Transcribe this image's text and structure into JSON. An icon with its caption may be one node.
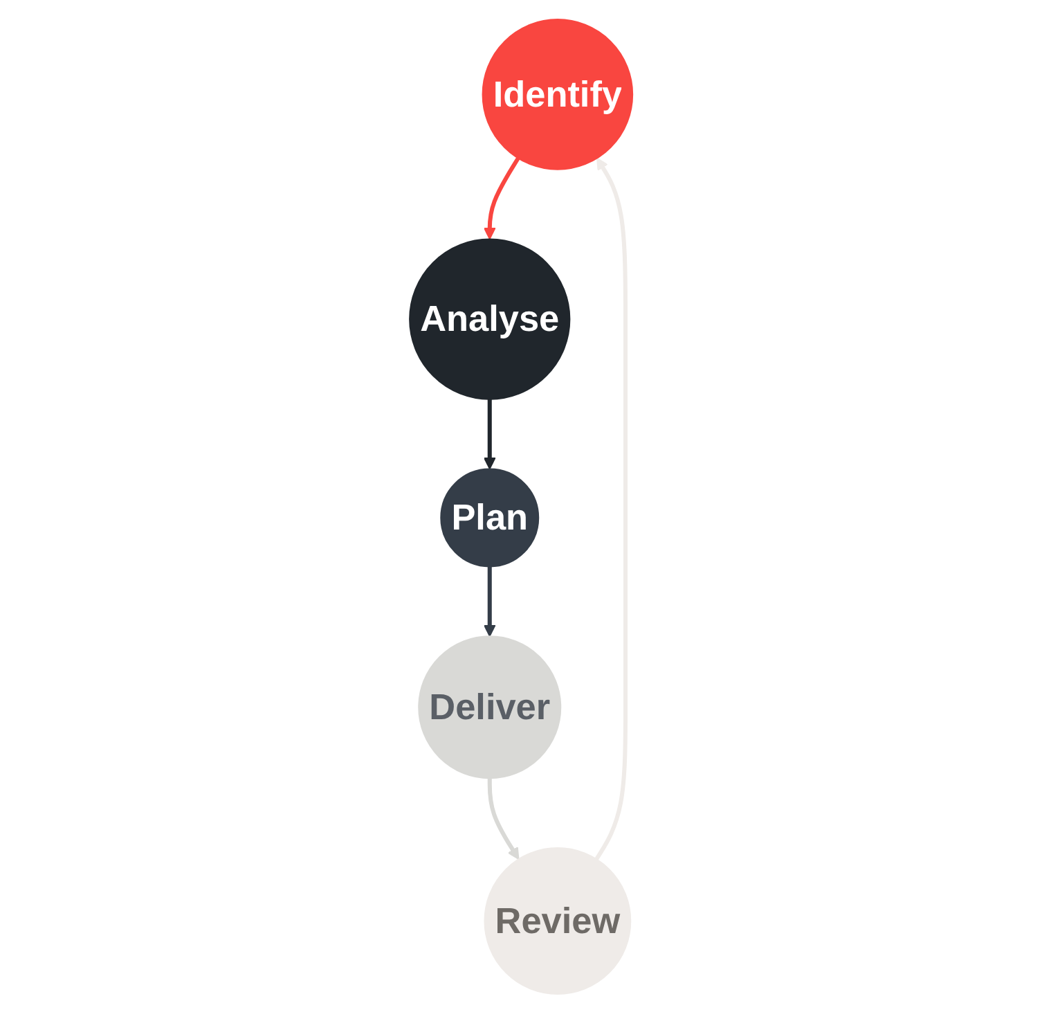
{
  "diagram": {
    "nodes": [
      {
        "text": [
          "Identify"
        ]
      },
      {
        "text": [
          "Analyse"
        ]
      },
      {
        "text": [
          "Plan"
        ]
      },
      {
        "text": [
          "Deliver"
        ]
      },
      {
        "text": [
          "Review"
        ]
      }
    ],
    "edges": [
      {
        "from": 0,
        "to": 1,
        "arrow": "to",
        "color": "#f94640"
      },
      {
        "from": 1,
        "to": 2,
        "arrow": "to",
        "color": "#20262c"
      },
      {
        "from": 2,
        "to": 3,
        "arrow": "to",
        "color": "#343d48"
      },
      {
        "from": 3,
        "to": 4,
        "arrow": "to",
        "color": "#d9d9d6"
      },
      {
        "from": 4,
        "to": 0,
        "arrow": "to",
        "color": "#efebe8"
      }
    ]
  }
}
